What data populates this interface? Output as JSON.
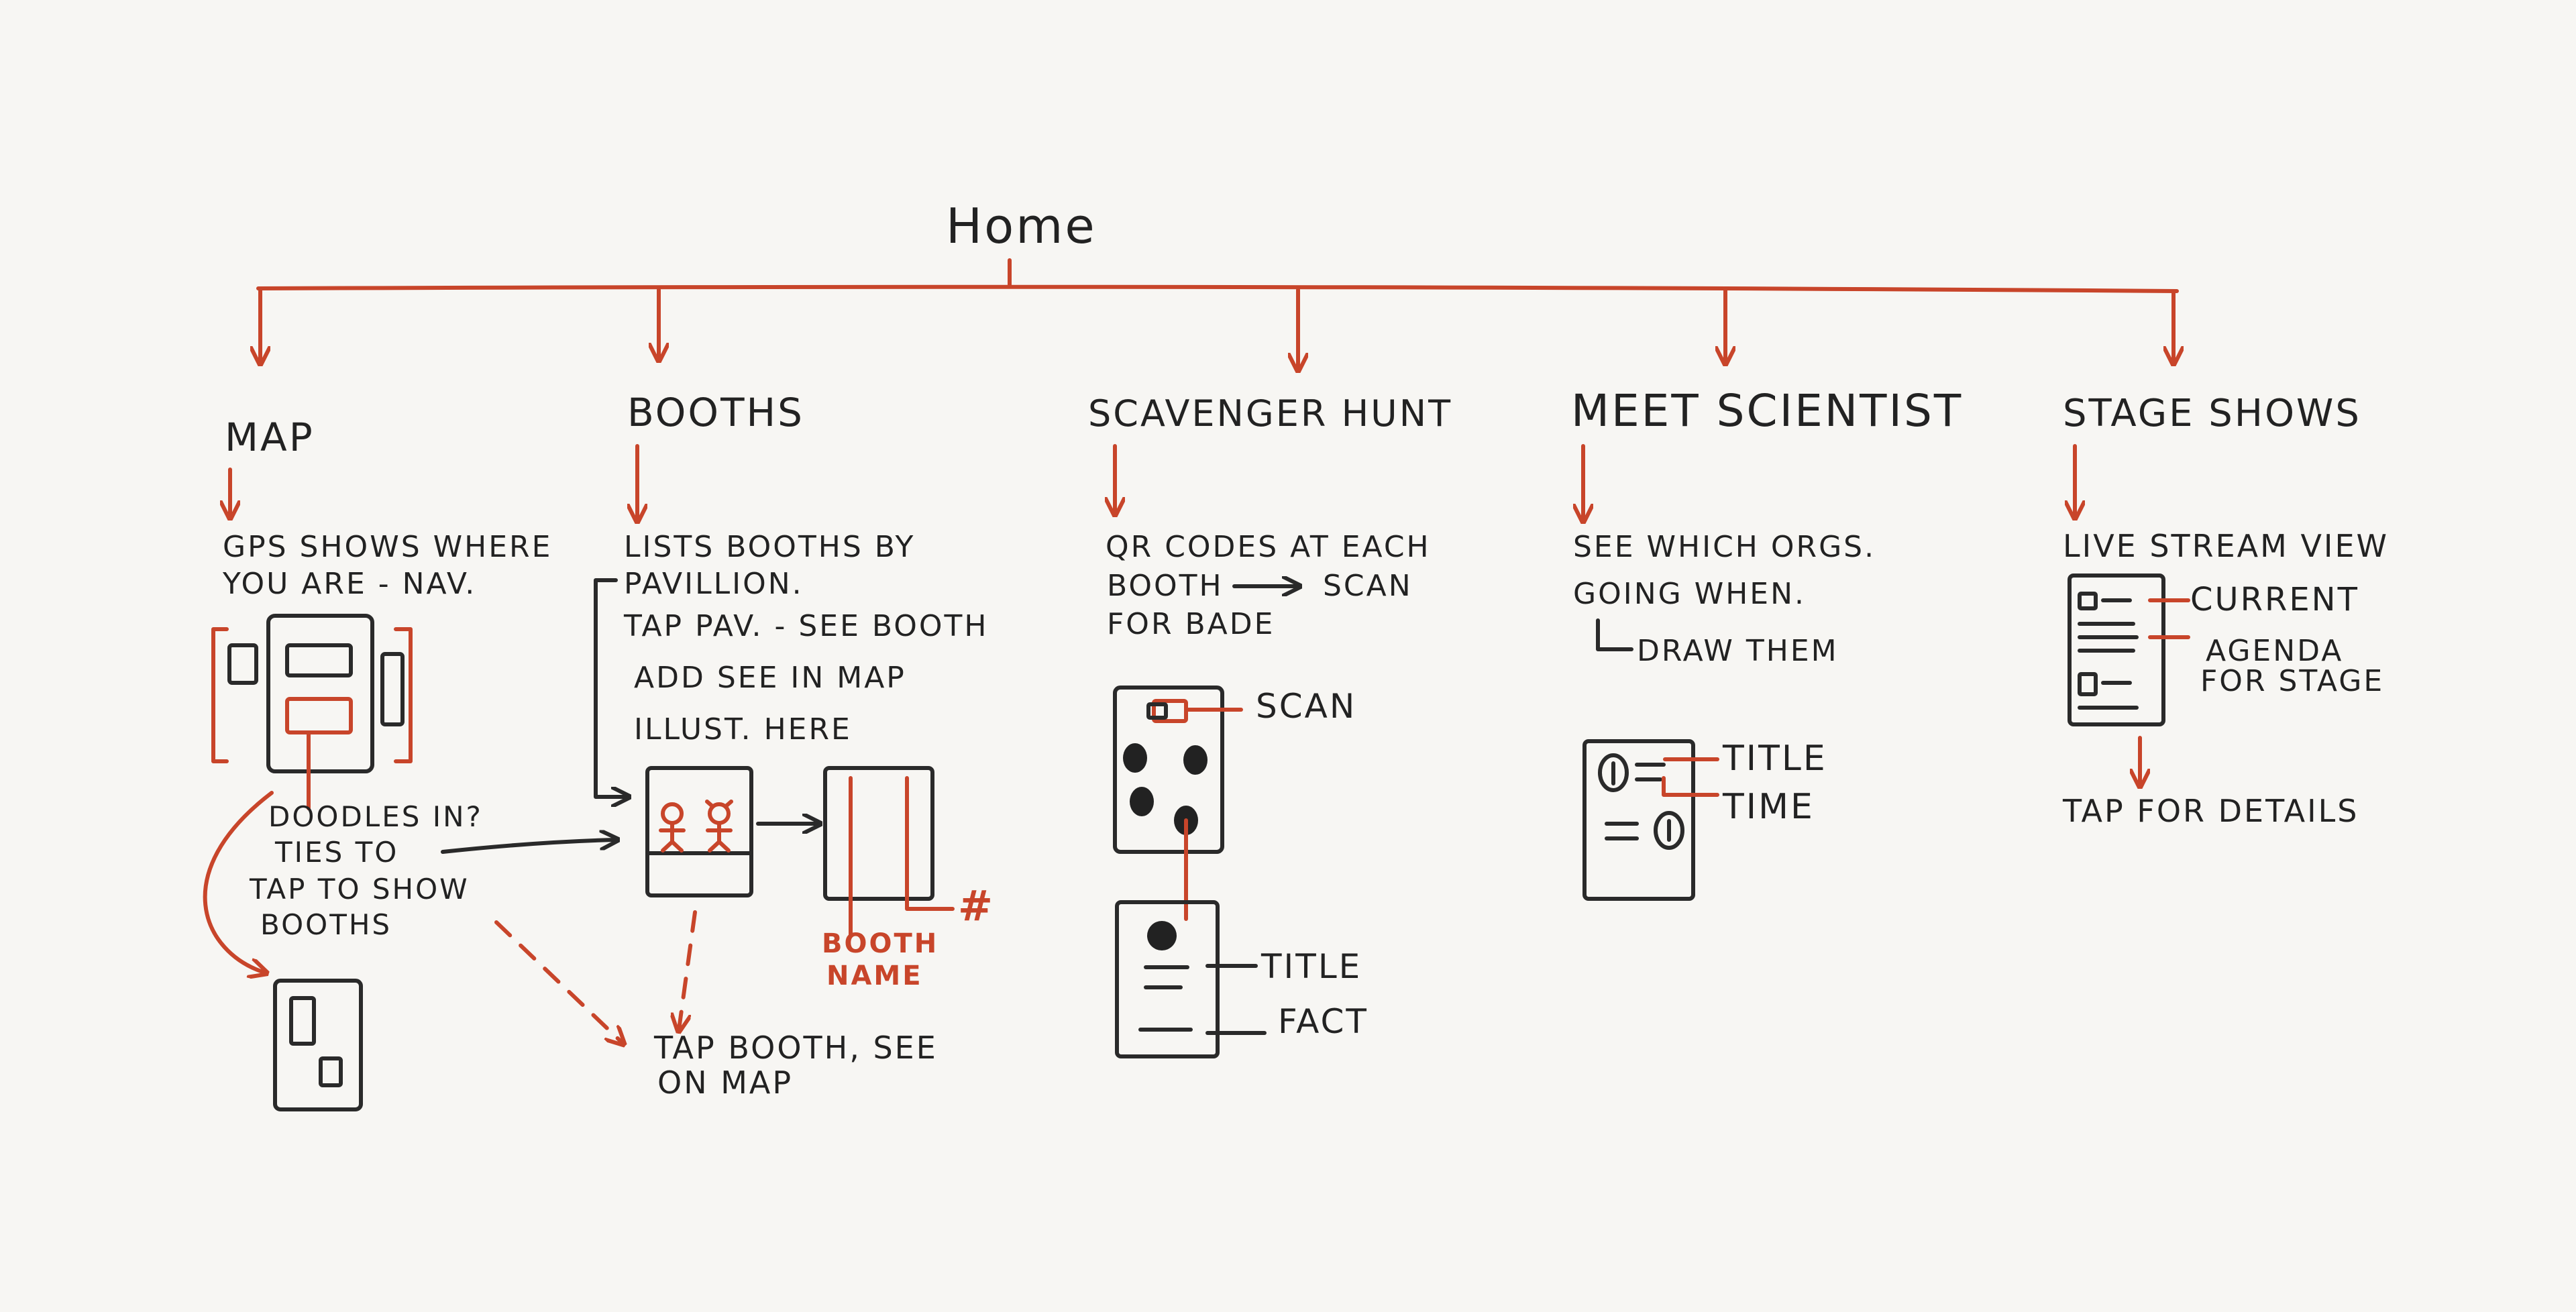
{
  "home": "Home",
  "map": {
    "title": "Map",
    "desc": [
      "GPS shows where",
      "you are - nav."
    ],
    "doodles": [
      "Doodles in?",
      "ties to",
      "tap to show",
      "booths"
    ]
  },
  "booths": {
    "title": "Booths",
    "desc": [
      "Lists booths by",
      "pavillion.",
      "Tap pav. - see booth",
      "add see in map",
      "illust. here"
    ],
    "booth_name": [
      "Booth",
      "name"
    ],
    "hash": "#",
    "tap": [
      "Tap booth, see",
      "on map"
    ]
  },
  "scavenger": {
    "title": "Scavenger Hunt",
    "desc": [
      "QR codes at each",
      "booth",
      "scan",
      "for bade"
    ],
    "scan": "Scan",
    "card_title": "Title",
    "fact": "Fact"
  },
  "scientist": {
    "title": "Meet Scientist",
    "desc": [
      "See which orgs.",
      "going when.",
      "draw them"
    ],
    "card_title": "Title",
    "time": "Time"
  },
  "stage": {
    "title": "Stage shows",
    "desc": "Live stream view",
    "current": "Current",
    "agenda": [
      "Agenda",
      "for stage"
    ],
    "tap": "Tap for details"
  },
  "colors": {
    "ink": "#2a2a2a",
    "accent": "#c8452a",
    "paper": "#f7f6f3"
  }
}
